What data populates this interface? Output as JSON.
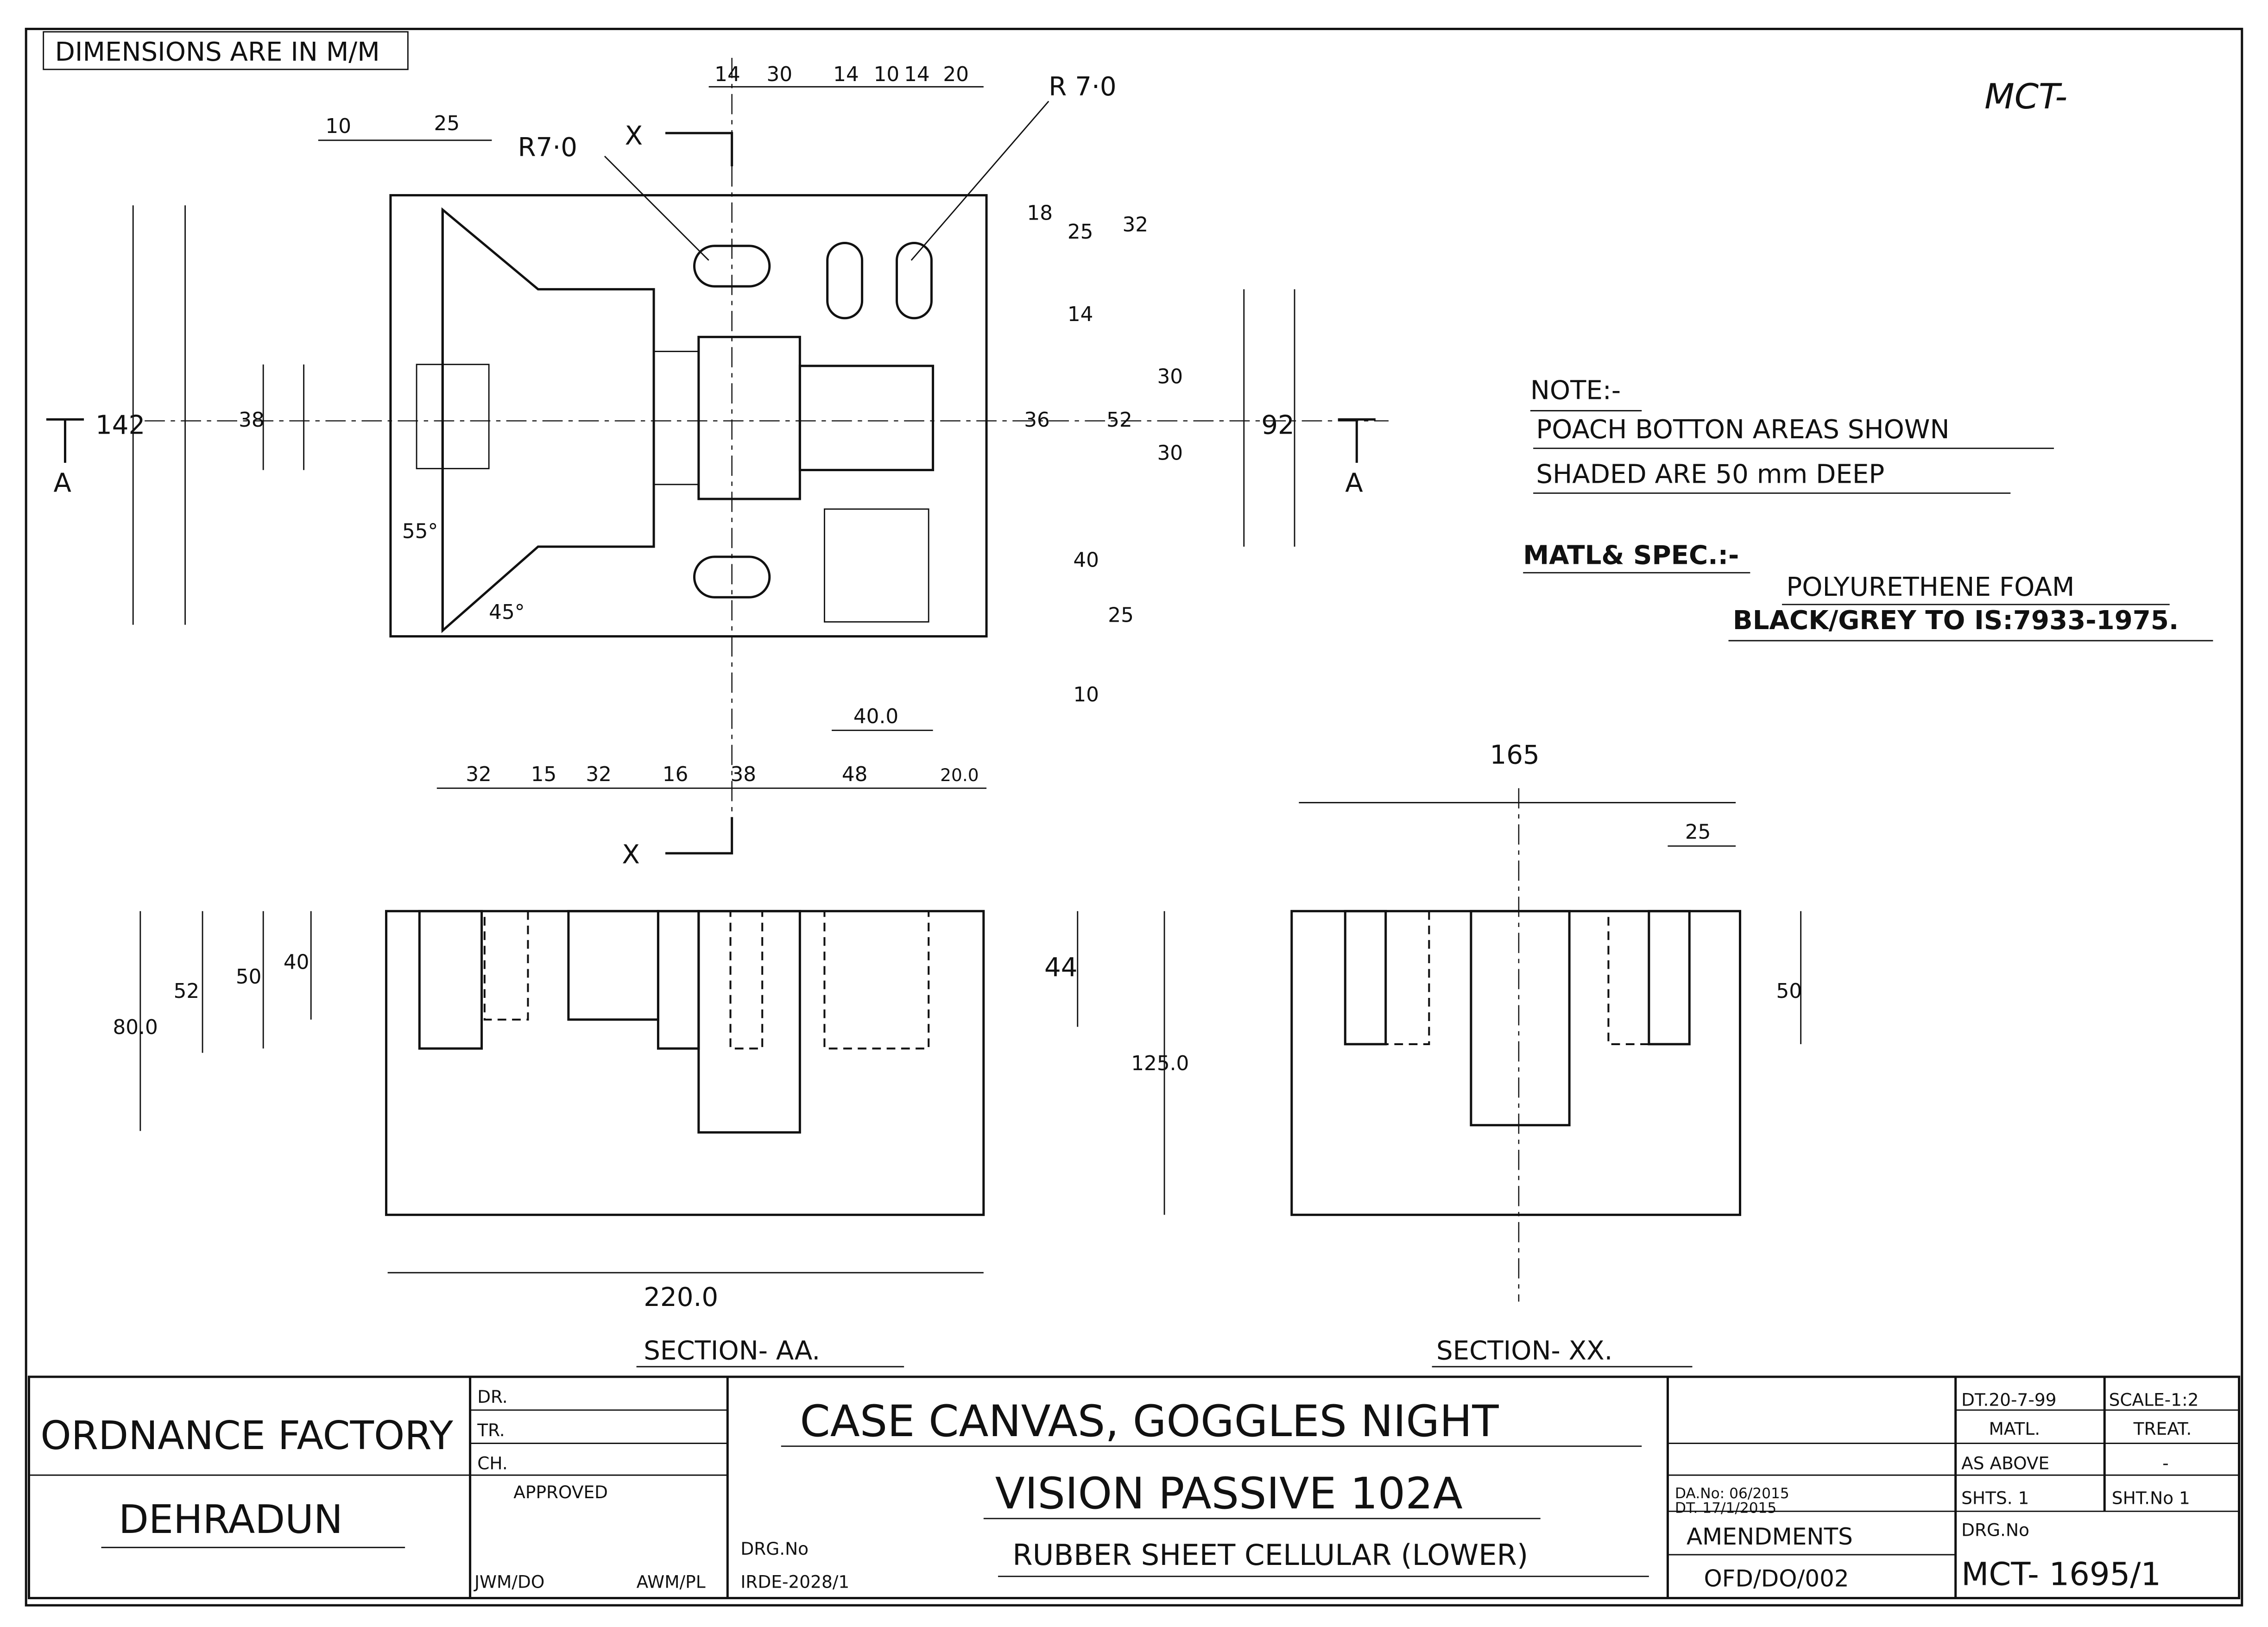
{
  "header": {
    "dimensions_note": "DIMENSIONS ARE IN M/M",
    "corner_ref": "MCT-"
  },
  "top_view": {
    "labels": {
      "r_left": "R7·0",
      "r_right": "R 7·0",
      "section_x": "X",
      "section_a": "A",
      "angle_55": "55°",
      "angle_45": "45°"
    },
    "top_dims": [
      "10",
      "25",
      "14",
      "30",
      "14",
      "10",
      "14",
      "20"
    ],
    "right_dims": [
      "18",
      "25",
      "32",
      "14",
      "36",
      "52",
      "30",
      "30",
      "92",
      "40",
      "25",
      "10"
    ],
    "left_dims": [
      "142",
      "38"
    ],
    "bottom_dims": [
      "32",
      "15",
      "32",
      "16",
      "38",
      "48",
      "20.0",
      "40.0"
    ]
  },
  "section_aa": {
    "title": "SECTION- AA.",
    "dims": [
      "80.0",
      "52",
      "50",
      "40",
      "44",
      "125.0",
      "220.0"
    ]
  },
  "section_xx": {
    "title": "SECTION- XX.",
    "dims": [
      "165",
      "25",
      "50"
    ]
  },
  "notes": {
    "note_heading": "NOTE:-",
    "note_line1": "POACH BOTTON AREAS SHOWN",
    "note_line2": "SHADED ARE 50 mm DEEP",
    "matl_heading": "MATL& SPEC.:-",
    "matl_line1": "POLYURETHENE FOAM",
    "matl_line2": "BLACK/GREY TO IS:7933-1975."
  },
  "title_block": {
    "org_line1": "ORDNANCE FACTORY",
    "org_line2": "DEHRADUN",
    "dr": "DR.",
    "tr": "TR.",
    "ch": "CH.",
    "approved": "APPROVED",
    "jwm": "JWM/DO",
    "awm": "AWM/PL",
    "drg_no_label": "DRG.No",
    "drg_no_ref": "IRDE-2028/1",
    "title_line1": "CASE CANVAS, GOGGLES NIGHT",
    "title_line2": "VISION PASSIVE 102A",
    "title_line3": "RUBBER SHEET CELLULAR (LOWER)",
    "da_no": "DA.No: 06/2015",
    "da_dt": "DT. 17/1/2015",
    "amendments": "AMENDMENTS",
    "amend_ref": "OFD/DO/002",
    "date": "DT.20-7-99",
    "scale": "SCALE-1:2",
    "matl": "MATL.",
    "treat": "TREAT.",
    "matl_val": "AS ABOVE",
    "treat_val": "-",
    "shts": "SHTS. 1",
    "sht_no": "SHT.No 1",
    "drg_no2_label": "DRG.No",
    "drg_number": "MCT- 1695/1"
  }
}
